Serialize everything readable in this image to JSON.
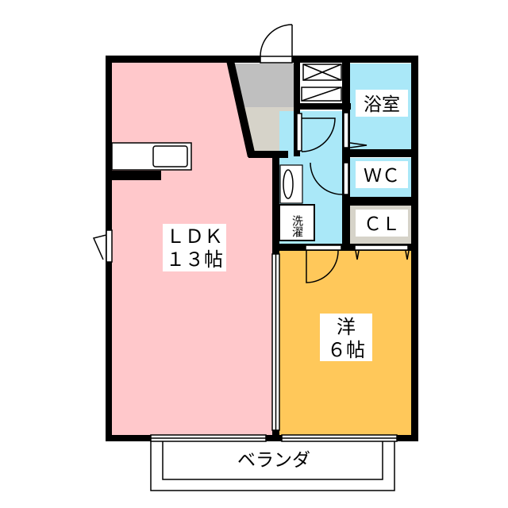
{
  "rooms": {
    "ldk": {
      "name": "ＬＤＫ",
      "size": "１３帖",
      "color": "#ffc8cb"
    },
    "western": {
      "name": "洋",
      "size": "６帖",
      "color": "#ffc85a"
    },
    "bath": {
      "name": "浴室",
      "color": "#aae8f8"
    },
    "wc": {
      "name": "ＷＣ",
      "color": "#aae8f8"
    },
    "closet": {
      "name": "ＣＬ",
      "color": "#d6d3c9"
    },
    "washer": {
      "name": "洗濯"
    },
    "balcony": {
      "name": "ベランダ"
    },
    "entrance": {
      "color_upper": "#bfbfbf",
      "color_lower": "#d6d3c9"
    }
  }
}
